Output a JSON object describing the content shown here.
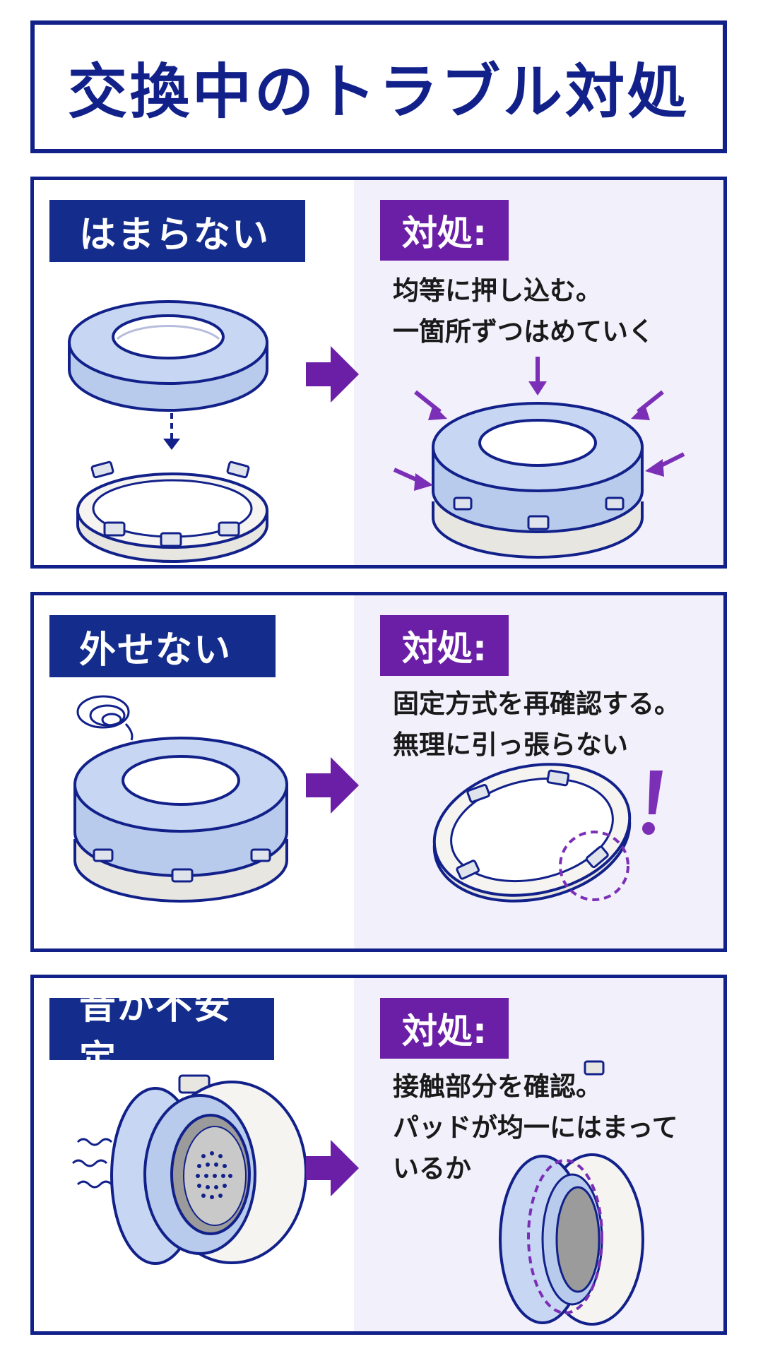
{
  "title": "交換中のトラブル対処",
  "sections": [
    {
      "problem": "はまらない",
      "fix_label": "対処:",
      "fix_lines": [
        "均等に押し込む。",
        "一箇所ずつはめていく"
      ]
    },
    {
      "problem": "外せない",
      "fix_label": "対処:",
      "fix_lines": [
        "固定方式を再確認する。",
        "無理に引っ張らない"
      ]
    },
    {
      "problem": "音が不安定",
      "fix_label": "対処:",
      "fix_lines": [
        "接触部分を確認。",
        "パッドが均一にはまって",
        "いるか"
      ]
    }
  ],
  "colors": {
    "navy": "#12218a",
    "purple": "#6b1fa6",
    "pad_blue": "#c7d6f2",
    "ring_gray": "#e8e6e1",
    "panel_right_bg": "#f2f0fb"
  },
  "icons": [
    "arrow-right-icon",
    "press-arrow-icon",
    "dizzy-swirl-icon",
    "exclamation-icon",
    "vibration-icon"
  ]
}
